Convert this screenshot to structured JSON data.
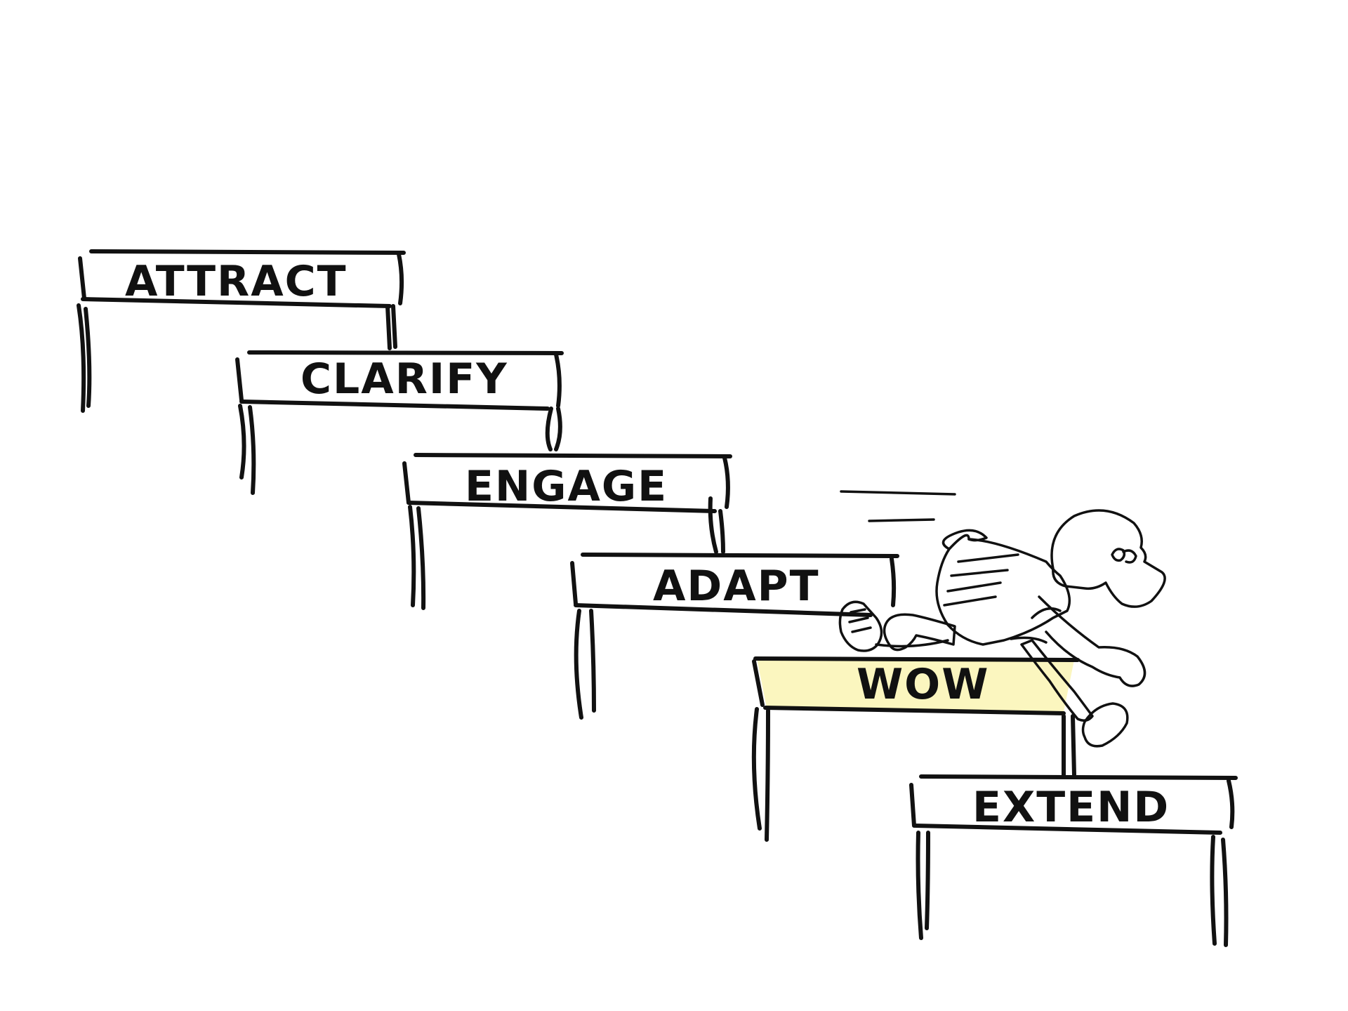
{
  "diagram": {
    "hurdles": [
      {
        "id": "attract",
        "label": "ATTRACT",
        "highlighted": false
      },
      {
        "id": "clarify",
        "label": "CLARIFY",
        "highlighted": false
      },
      {
        "id": "engage",
        "label": "ENGAGE",
        "highlighted": false
      },
      {
        "id": "adapt",
        "label": "ADAPT",
        "highlighted": false
      },
      {
        "id": "wow",
        "label": "WOW",
        "highlighted": true
      },
      {
        "id": "extend",
        "label": "EXTEND",
        "highlighted": false
      }
    ],
    "colors": {
      "ink": "#111111",
      "highlight_fill": "#fbf6bf",
      "background": "#ffffff"
    },
    "figure": "stick-figure-jumping-hurdle"
  }
}
